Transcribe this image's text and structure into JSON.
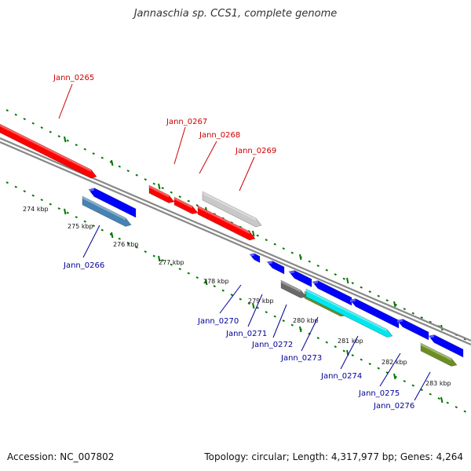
{
  "title": "Jannaschia sp. CCS1, complete genome",
  "footer": {
    "accession": "Accession: NC_007802",
    "stats": "Topology: circular; Length: 4,317,977 bp; Genes: 4,264"
  },
  "colors": {
    "forward_label": "#cc0000",
    "reverse_label": "#000099",
    "backbone": "#888888",
    "tick": "#007700"
  },
  "scale_labels": [
    "274 kbp",
    "275 kbp",
    "276 kbp",
    "277 kbp",
    "278 kbp",
    "279 kbp",
    "280 kbp",
    "281 kbp",
    "282 kbp",
    "283 kbp"
  ],
  "forward_genes": [
    {
      "label": "Jann_0265",
      "color": "#ff0000"
    },
    {
      "label": "",
      "color": "#ff0000"
    },
    {
      "label": "Jann_0267",
      "color": "#ff0000"
    },
    {
      "label": "Jann_0268",
      "color": "#ff0000"
    },
    {
      "label": "Jann_0269",
      "color": "#ff0000"
    },
    {
      "label": "",
      "color": "#c8c8c8"
    }
  ],
  "reverse_genes": [
    {
      "label": "",
      "color": "#0000ff"
    },
    {
      "label": "Jann_0266",
      "color": "#4682b4"
    },
    {
      "label": "Jann_0270",
      "color": "#0000ff"
    },
    {
      "label": "Jann_0271",
      "color": "#0000ff"
    },
    {
      "label": "Jann_0272",
      "color": "#696969"
    },
    {
      "label": "",
      "color": "#0000ff"
    },
    {
      "label": "Jann_0273",
      "color": "#6b8e23"
    },
    {
      "label": "Jann_0274",
      "color": "#00e5ee"
    },
    {
      "label": "",
      "color": "#0000ff"
    },
    {
      "label": "Jann_0275",
      "color": "#0000ff"
    },
    {
      "label": "",
      "color": "#0000ff"
    },
    {
      "label": "Jann_0276",
      "color": "#6b8e23"
    }
  ]
}
